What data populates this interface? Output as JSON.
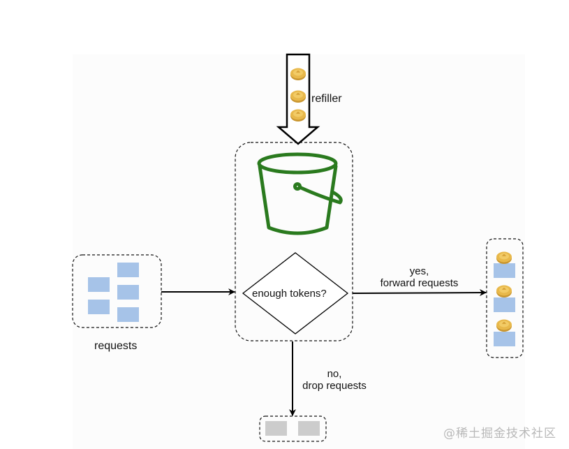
{
  "diagram": {
    "title": "Token bucket rate limiting",
    "refiller_label": "refiller",
    "decision_label": "enough tokens?",
    "requests_label": "requests",
    "yes_label_line1": "yes,",
    "yes_label_line2": "forward requests",
    "no_label_line1": "no,",
    "no_label_line2": "drop requests",
    "incoming_request_count": 5,
    "refiller_token_count": 3,
    "forwarded_request_count": 3,
    "dropped_request_count": 2
  },
  "colors": {
    "bucket": "#2a7a1e",
    "request_box": "#a6c3e8",
    "dropped_box": "#cccccc",
    "coin": "#e8b84a",
    "coin_edge": "#c99630"
  },
  "watermark": "@稀土掘金技术社区"
}
